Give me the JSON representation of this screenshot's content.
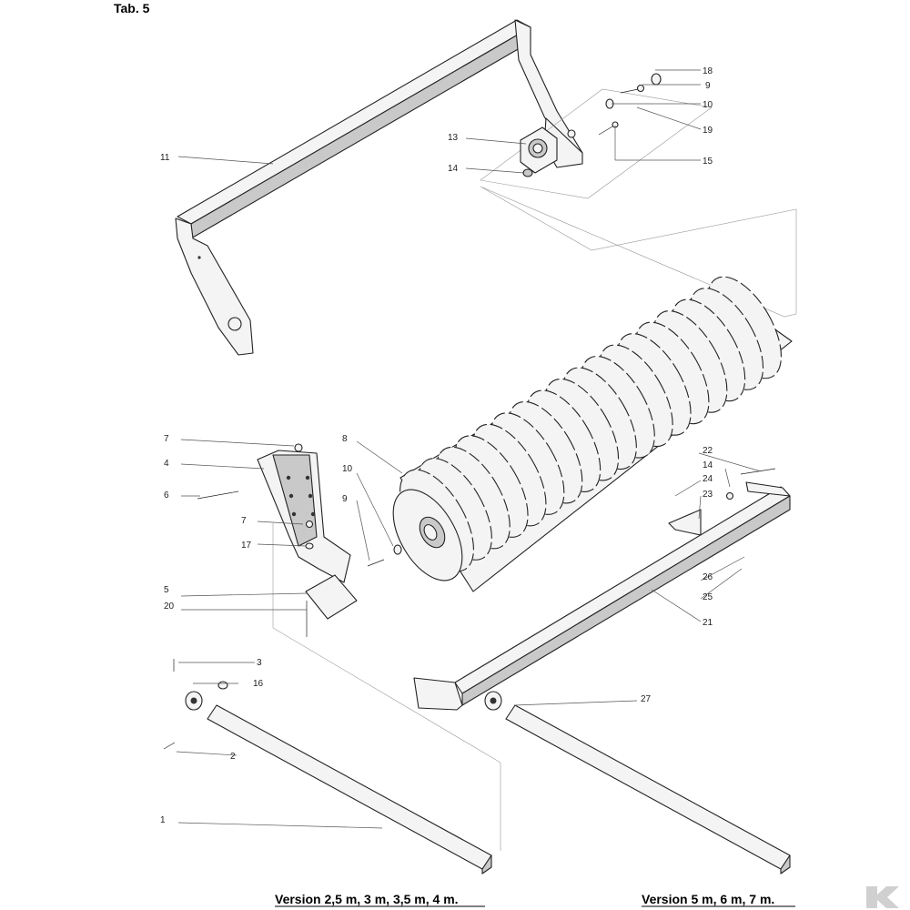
{
  "page_title": "Tab. 5",
  "captions": {
    "left": "Version 2,5 m, 3 m, 3,5  m,  4 m.",
    "right": "Version 5 m, 6 m, 7 m."
  },
  "labels": {
    "l1": "1",
    "l2": "2",
    "l3": "3",
    "l4": "4",
    "l5": "5",
    "l6": "6",
    "l7a": "7",
    "l7b": "7",
    "l8": "8",
    "l9a": "9",
    "l9b": "9",
    "l10a": "10",
    "l10b": "10",
    "l11": "11",
    "l13": "13",
    "l14a": "14",
    "l14b": "14",
    "l15": "15",
    "l16": "16",
    "l17": "17",
    "l18": "18",
    "l19": "19",
    "l20": "20",
    "l21": "21",
    "l22": "22",
    "l23": "23",
    "l24": "24",
    "l25": "25",
    "l26": "26",
    "l27": "27"
  },
  "colors": {
    "line": "#222222",
    "fill": "#f4f4f4",
    "shade": "#c9c9c9",
    "logo": "#d0d0d0"
  },
  "logo_icon": "k-brand-logo-icon"
}
